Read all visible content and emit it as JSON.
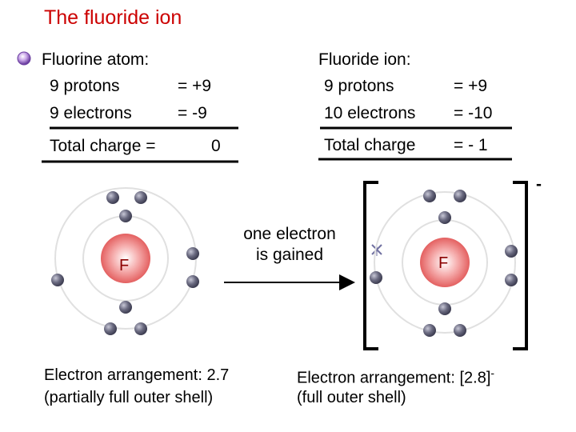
{
  "title": "The fluoride ion",
  "atom": {
    "heading": "Fluorine atom:",
    "protons_label": "9 protons",
    "protons_value": "= +9",
    "electrons_label": "9 electrons",
    "electrons_value": "= -9",
    "total_label": "Total charge =",
    "total_value": "0",
    "symbol": "F",
    "arrangement_label": "Electron arrangement:",
    "arrangement_value": "2.7",
    "shell_note": "(partially full outer shell)"
  },
  "ion": {
    "heading": "Fluoride ion:",
    "protons_label": "9 protons",
    "protons_value": "= +9",
    "electrons_label": "10 electrons",
    "electrons_value": "= -10",
    "total_label": "Total charge",
    "total_value": "= - 1",
    "symbol": "F",
    "charge_sign": "-",
    "arrangement_label": "Electron arrangement:",
    "arrangement_value": "[2.8]",
    "arrangement_sup": "-",
    "shell_note": "(full outer shell)"
  },
  "process": {
    "line1": "one electron",
    "line2": "is gained"
  },
  "colors": {
    "title": "#cc0000",
    "electron": "#6a6a80",
    "nucleus": "#e85a5a",
    "nucleus_text": "#8b0000"
  }
}
